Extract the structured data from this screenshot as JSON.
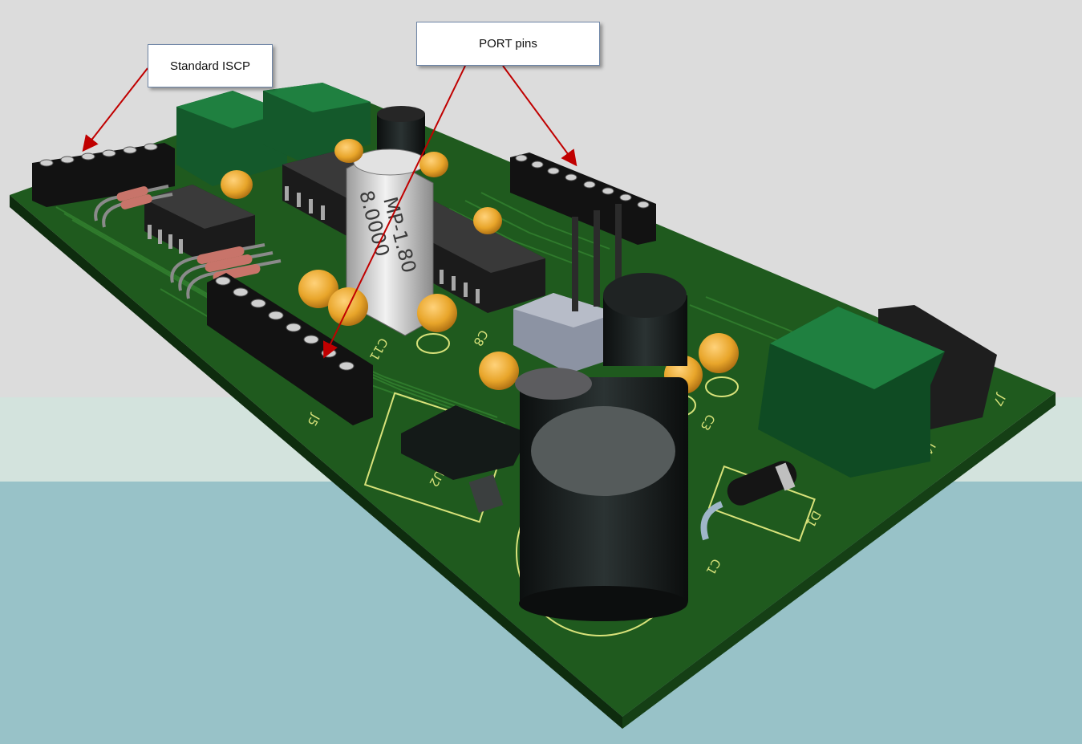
{
  "colors": {
    "background_top": "#dcdcdc",
    "background_bottom": "#98c2c8",
    "board": "#1f5a1e",
    "silkscreen": "#d8e27a",
    "capacitor": "#e8a52a",
    "header": "#121212",
    "terminal_block": "#1a6b37",
    "arrow": "#c00000"
  },
  "callouts": {
    "iscp": "Standard ISCP",
    "port": "PORT pins"
  },
  "board": {
    "crystal_line1": "8.0000",
    "crystal_line2": "MP-1.80",
    "designators": {
      "j5": "J5",
      "j4": "J4",
      "j7": "J7",
      "c1": "C1",
      "c3": "C3",
      "c8": "C8",
      "c11": "C11",
      "d1": "D1",
      "u2": "U2"
    }
  }
}
